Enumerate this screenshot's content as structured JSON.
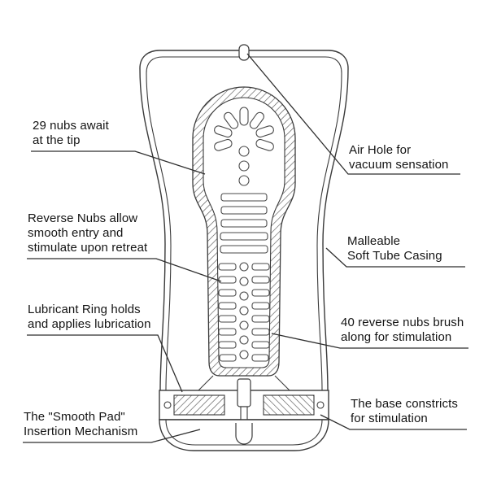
{
  "page": {
    "background": "#ffffff"
  },
  "diagram": {
    "name": "product-cutaway-diagram",
    "line_color": "#3a3a3a",
    "labels": [
      {
        "id": "nubs-tip",
        "text": "29 nubs await\nat the tip"
      },
      {
        "id": "air-hole",
        "text": "Air Hole for\nvacuum sensation"
      },
      {
        "id": "reverse-nubs",
        "text": "Reverse Nubs allow\nsmooth entry and\nstimulate upon retreat"
      },
      {
        "id": "soft-casing",
        "text": "Malleable\nSoft Tube Casing"
      },
      {
        "id": "lubricant-ring",
        "text": "Lubricant Ring holds\nand applies lubrication"
      },
      {
        "id": "forty-nubs",
        "text": "40 reverse nubs brush\nalong for stimulation"
      },
      {
        "id": "smooth-pad",
        "text": "The \"Smooth Pad\"\nInsertion Mechanism"
      },
      {
        "id": "base-constrict",
        "text": "The base constricts\nfor stimulation"
      }
    ]
  }
}
